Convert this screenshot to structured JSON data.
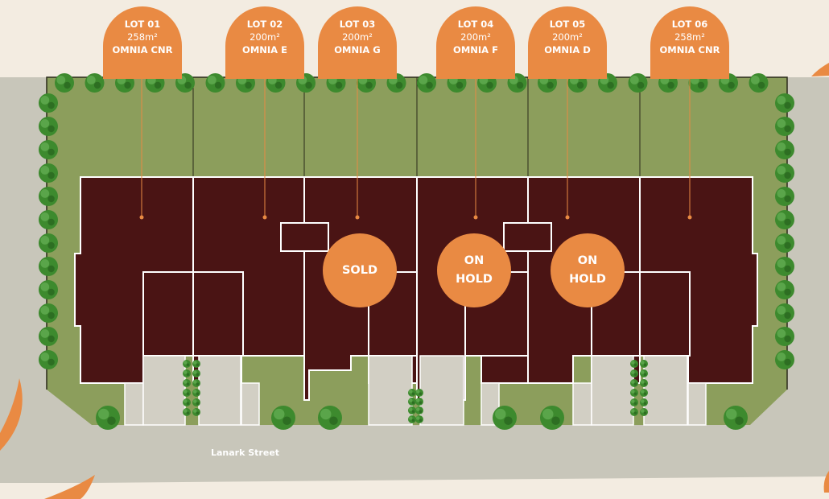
{
  "colors": {
    "background": "#f3ece1",
    "road": "#c8c6ba",
    "lawn": "#8c9e5c",
    "roof": "#4a1414",
    "accent": "#e98a43",
    "tree": "#3d8a2e",
    "path": "#d2cfc4",
    "line": "#ffffff"
  },
  "lots": [
    {
      "id": "LOT 01",
      "area": "258m²",
      "name": "OMNIA CNR"
    },
    {
      "id": "LOT 02",
      "area": "200m²",
      "name": "OMNIA E"
    },
    {
      "id": "LOT 03",
      "area": "200m²",
      "name": "OMNIA G"
    },
    {
      "id": "LOT 04",
      "area": "200m²",
      "name": "OMNIA F"
    },
    {
      "id": "LOT 05",
      "area": "200m²",
      "name": "OMNIA D"
    },
    {
      "id": "LOT 06",
      "area": "258m²",
      "name": "OMNIA CNR"
    }
  ],
  "status": {
    "lot03": "SOLD",
    "lot04": "ON\nHOLD",
    "lot05": "ON\nHOLD"
  },
  "street": "Lanark Street",
  "icons": {
    "tree": "tree-icon"
  }
}
